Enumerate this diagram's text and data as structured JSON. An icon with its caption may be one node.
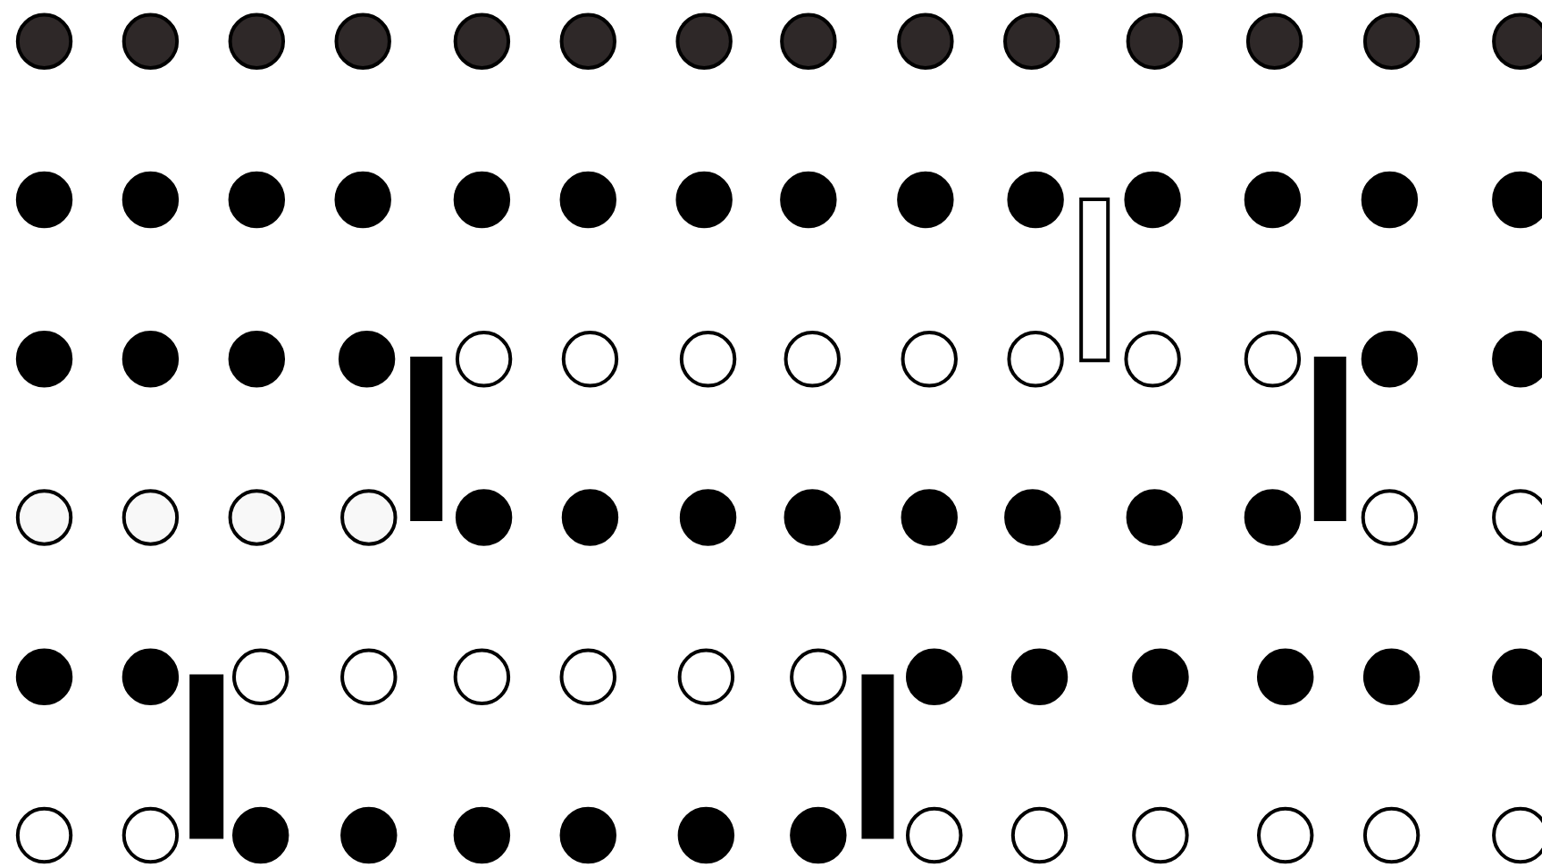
{
  "diagram": {
    "nodes": [
      {
        "text": [],
        "shape": "box"
      },
      {
        "text": [],
        "shape": "bar"
      },
      {
        "text": [],
        "shape": "bar"
      },
      {
        "text": [],
        "shape": "bar"
      },
      {
        "text": [],
        "shape": "bar"
      }
    ]
  }
}
